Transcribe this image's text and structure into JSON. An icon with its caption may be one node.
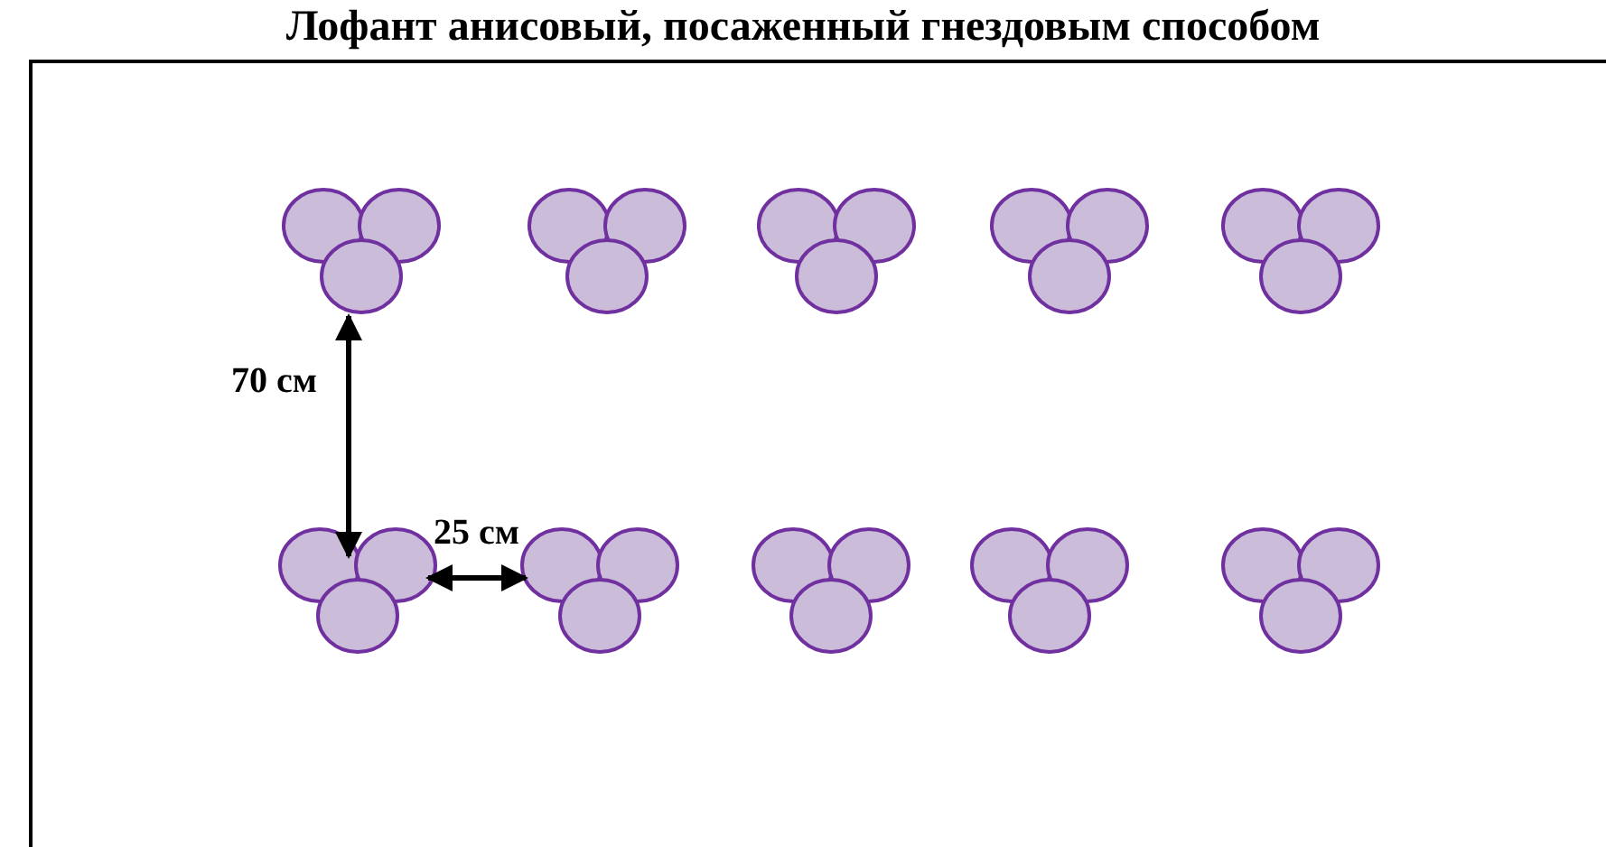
{
  "diagram": {
    "title": "Лофант анисовый, посаженный гнездовым способом",
    "labels": [
      "70 см",
      "25 см"
    ]
  }
}
